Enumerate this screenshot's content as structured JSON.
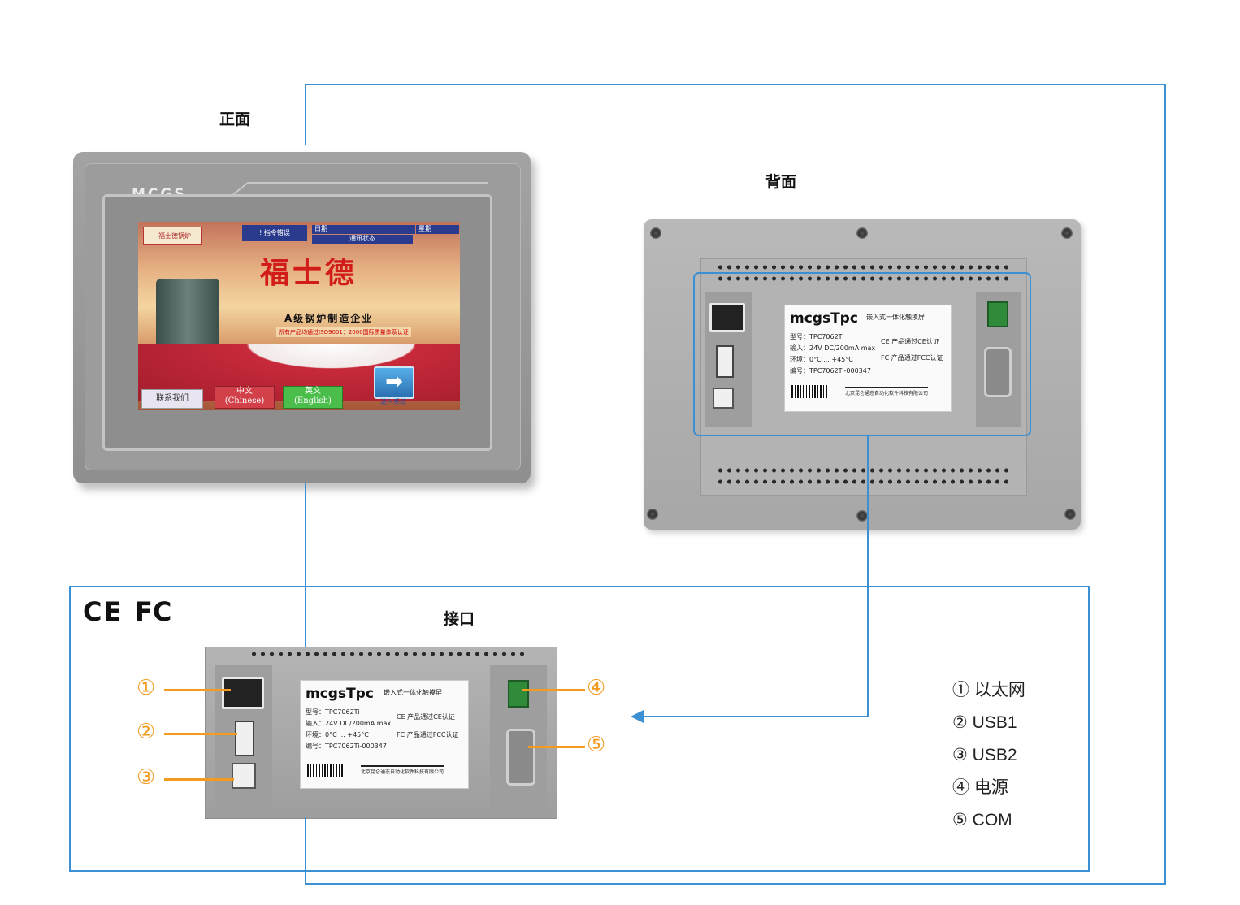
{
  "front": {
    "label": "正面",
    "brand": "MCGS",
    "screen": {
      "logo": "福士德锅炉",
      "btn_command": "! 指令错误",
      "field_date": "日期",
      "field_comm": "通讯状态",
      "field_week": "星期",
      "title": "福士德",
      "subtitle": "A级锅炉制造企业",
      "cert": "所有产品均通过ISO9001：2000国际质量体系认证",
      "btn_contact": "联系我们",
      "btn_chinese": "中文\n(Chinese)",
      "btn_english": "英文\n(English)",
      "btn_enter": "进入系统"
    }
  },
  "back": {
    "label": "背面",
    "nameplate": {
      "brand": "mcgsTpc",
      "product": "嵌入式一体化触摸屏",
      "line1": "型号：TPC7062Ti",
      "line2": "输入：24V DC/200mA max",
      "line3": "环境：0°C ... +45°C",
      "line4": "编号：TPC7062Ti-000347",
      "ce": "CE 产品通过CE认证",
      "fc": "FC 产品通过FCC认证",
      "footer": "北京昆仑通态自动化软件科技有限公司"
    }
  },
  "interface": {
    "label": "接口",
    "nameplate": {
      "brand": "mcgsTpc",
      "product": "嵌入式一体化触摸屏",
      "line1": "型号：TPC7062Ti",
      "line2": "输入：24V DC/200mA max",
      "line3": "环境：0°C ... +45°C",
      "line4": "编号：TPC7062Ti-000347",
      "ce": "CE 产品通过CE认证",
      "fc": "FC 产品通过FCC认证",
      "footer": "北京昆仑通态自动化软件科技有限公司"
    },
    "callouts": [
      "①",
      "②",
      "③",
      "④",
      "⑤"
    ]
  },
  "cert_marks": {
    "ce": "CE",
    "fc": "FC"
  },
  "legend": [
    "① 以太网",
    "② USB1",
    "③ USB2",
    "④ 电源",
    "⑤ COM"
  ],
  "colors": {
    "connector_line": "#3b8fd3",
    "callout": "#f29b1f"
  }
}
